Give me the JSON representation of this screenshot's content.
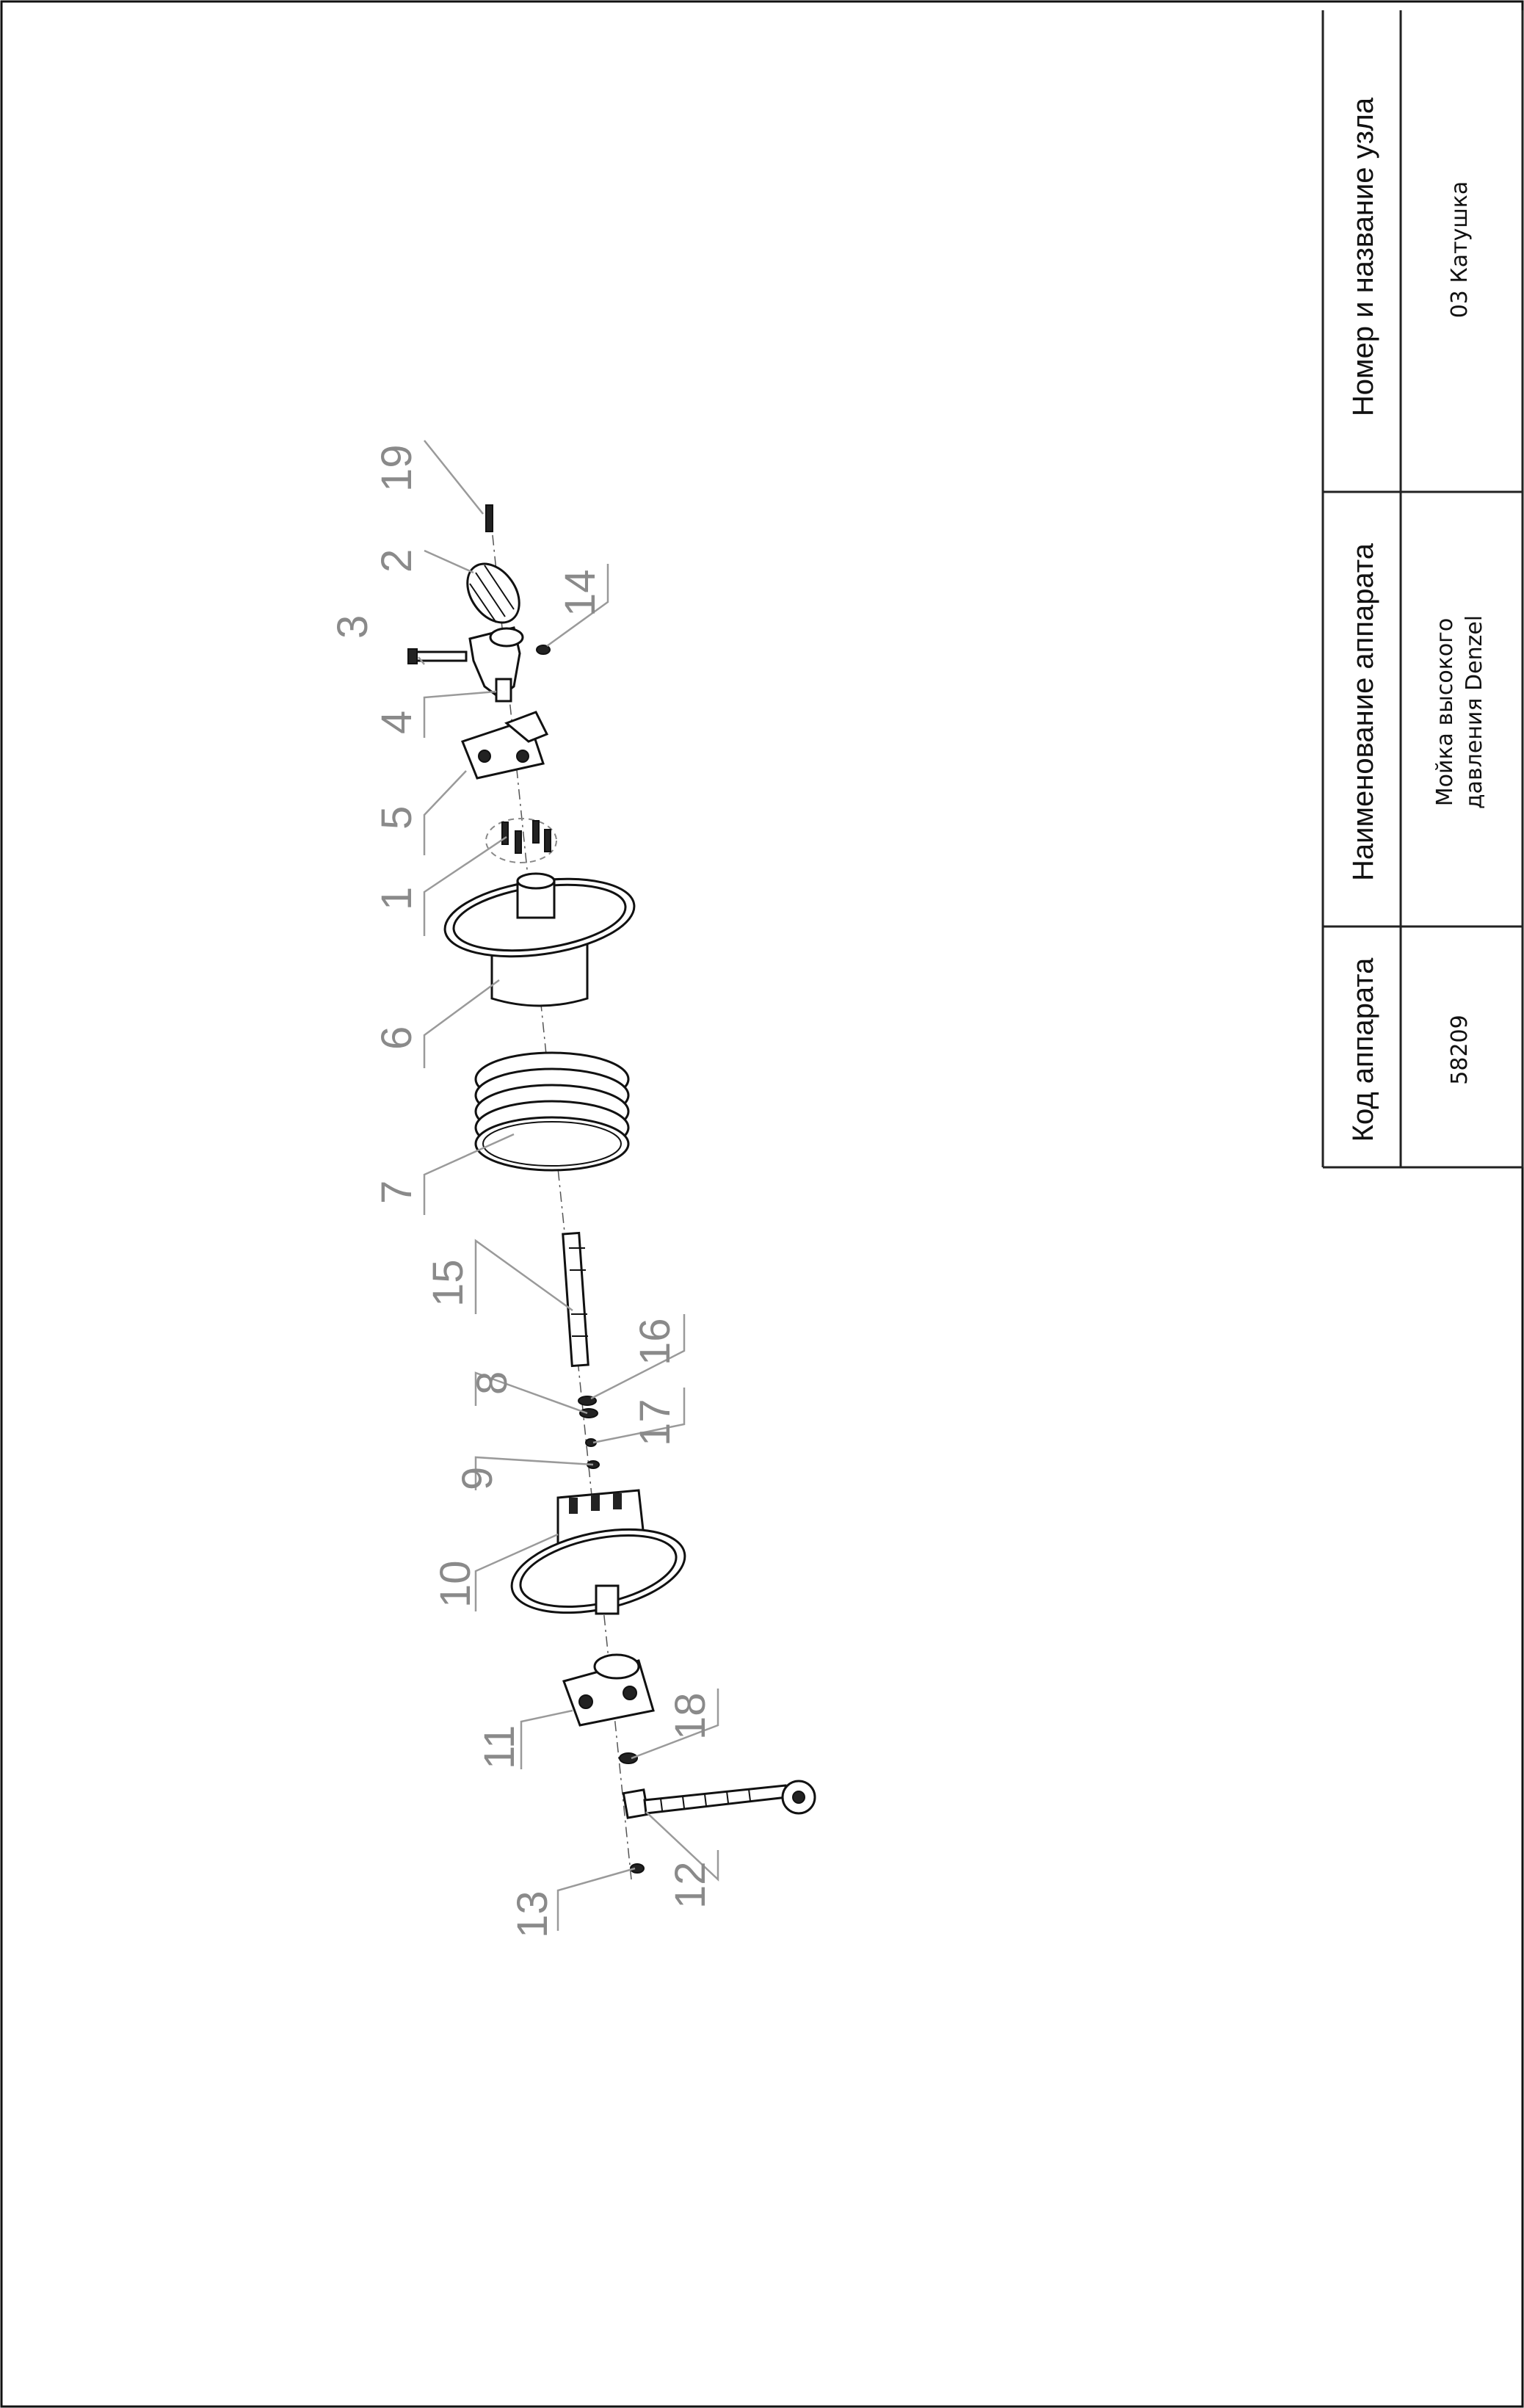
{
  "title_block": {
    "headers": {
      "unit_number_name": "Номер и название узла",
      "apparatus_name": "Наименование аппарата",
      "apparatus_code": "Код аппарата"
    },
    "values": {
      "unit_number_name": "03 Катушка",
      "apparatus_name_line1": "Мойка высокого",
      "apparatus_name_line2": "давления Denzel",
      "apparatus_code": "58209"
    }
  },
  "callouts": [
    "19",
    "2",
    "3",
    "14",
    "4",
    "5",
    "1",
    "6",
    "7",
    "15",
    "16",
    "8",
    "17",
    "9",
    "10",
    "11",
    "18",
    "12",
    "13"
  ]
}
